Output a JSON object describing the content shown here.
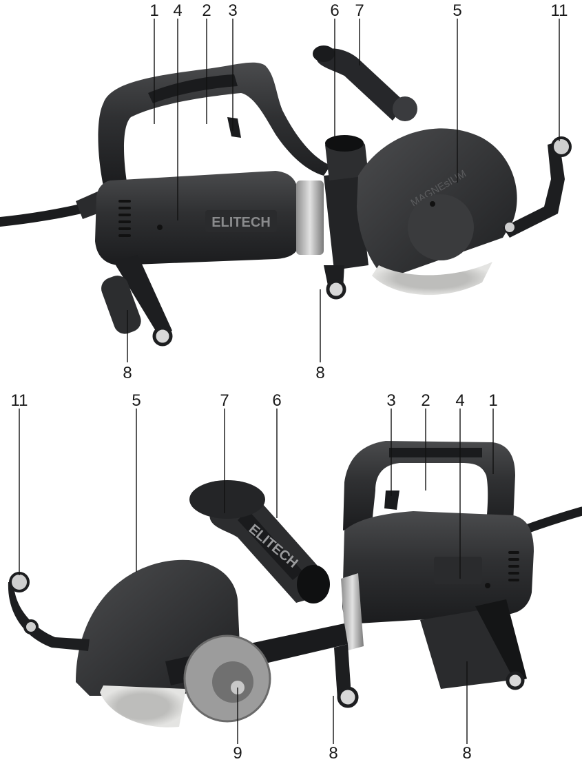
{
  "top_view": {
    "callouts": [
      "1",
      "4",
      "2",
      "3",
      "6",
      "7",
      "5",
      "11",
      "8",
      "8"
    ],
    "brand_label": "ELITECH",
    "guard_label": "MAGNEsIUM"
  },
  "bottom_view": {
    "callouts": [
      "11",
      "5",
      "7",
      "6",
      "3",
      "2",
      "4",
      "1",
      "9",
      "8",
      "8"
    ],
    "brand_label": "ELITECH"
  },
  "colors": {
    "tool_body": "#2e2f31",
    "tool_dark": "#1c1d1f",
    "grip": "#3a3b3d",
    "metal_ring": "#b9b9b9",
    "blade": "#c9c9c7",
    "leader_line": "#111111",
    "callout_text": "#1a1a1a"
  }
}
